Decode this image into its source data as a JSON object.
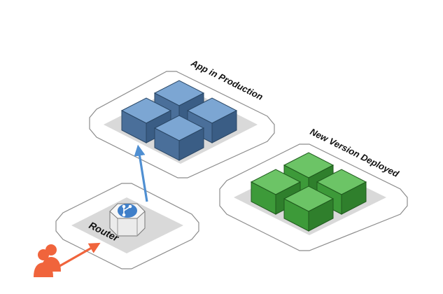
{
  "diagram": {
    "production_label": "App in Production",
    "new_version_label": "New Version Deployed",
    "router_label": "Router",
    "icons": {
      "router": "router-fork-icon",
      "user": "users-icon"
    },
    "colors": {
      "production_cube": "#5b87b8",
      "new_version_cube": "#46a842",
      "traffic_arrow": "#4f8fd2",
      "user_arrow": "#f0643c",
      "user_icon": "#f0643c",
      "platform_border": "#8c8c8c",
      "platform_inner": "#d9d9d9",
      "router_icon_bg": "#3f7fc9"
    }
  }
}
